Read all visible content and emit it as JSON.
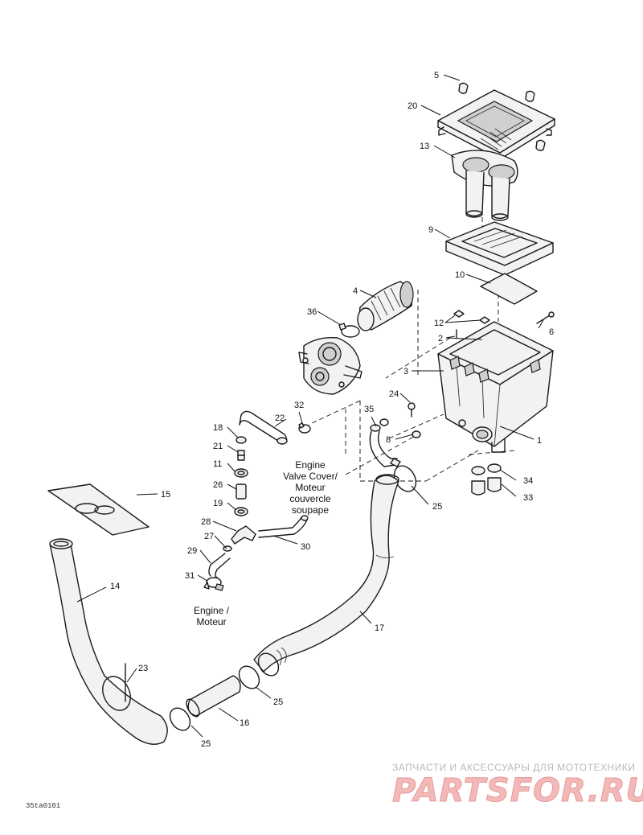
{
  "callouts": {
    "c5": "5",
    "c20": "20",
    "c13": "13",
    "c9": "9",
    "c10": "10",
    "c4": "4",
    "c36": "36",
    "c12": "12",
    "c6": "6",
    "c2": "2",
    "c3": "3",
    "c24": "24",
    "c1": "1",
    "c32": "32",
    "c22": "22",
    "c35": "35",
    "c8": "8",
    "c18": "18",
    "c21": "21",
    "c11": "11",
    "c26": "26",
    "c19": "19",
    "c15": "15",
    "c28": "28",
    "c27": "27",
    "c30": "30",
    "c29": "29",
    "c31": "31",
    "c25a": "25",
    "c34": "34",
    "c33": "33",
    "c14": "14",
    "c17": "17",
    "c23": "23",
    "c25b": "25",
    "c16": "16",
    "c25c": "25"
  },
  "notes": {
    "valve_cover": [
      "Engine",
      "Valve Cover/",
      "Moteur",
      "couvercle",
      "soupape"
    ],
    "engine": [
      "Engine /",
      "Moteur"
    ]
  },
  "drawing_code": "35ta0101",
  "watermark": {
    "tagline": "ЗАПЧАСТИ И АКСЕССУАРЫ ДЛЯ МОТОТЕХНИКИ",
    "logo": "PARTSFOR.RU"
  },
  "colors": {
    "line": "#1a1a1a",
    "watermark_text": "#b9b9b9",
    "watermark_logo": "#f3b9b9"
  }
}
